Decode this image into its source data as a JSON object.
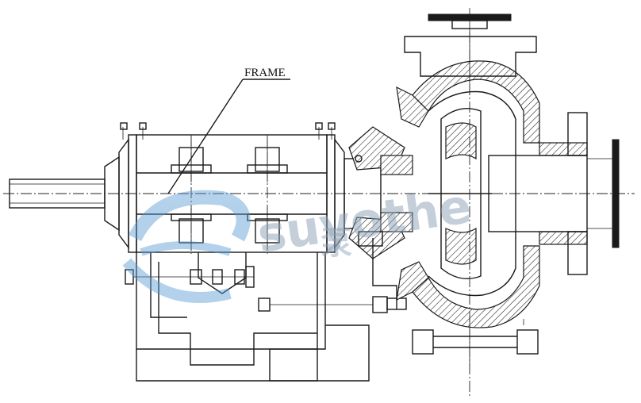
{
  "labels": {
    "frame": "FRAME"
  },
  "watermark": {
    "text": "suyothe",
    "cjk": "泵",
    "colors": {
      "arc": "#5b9bd5",
      "text": "#8aa0b5"
    }
  }
}
